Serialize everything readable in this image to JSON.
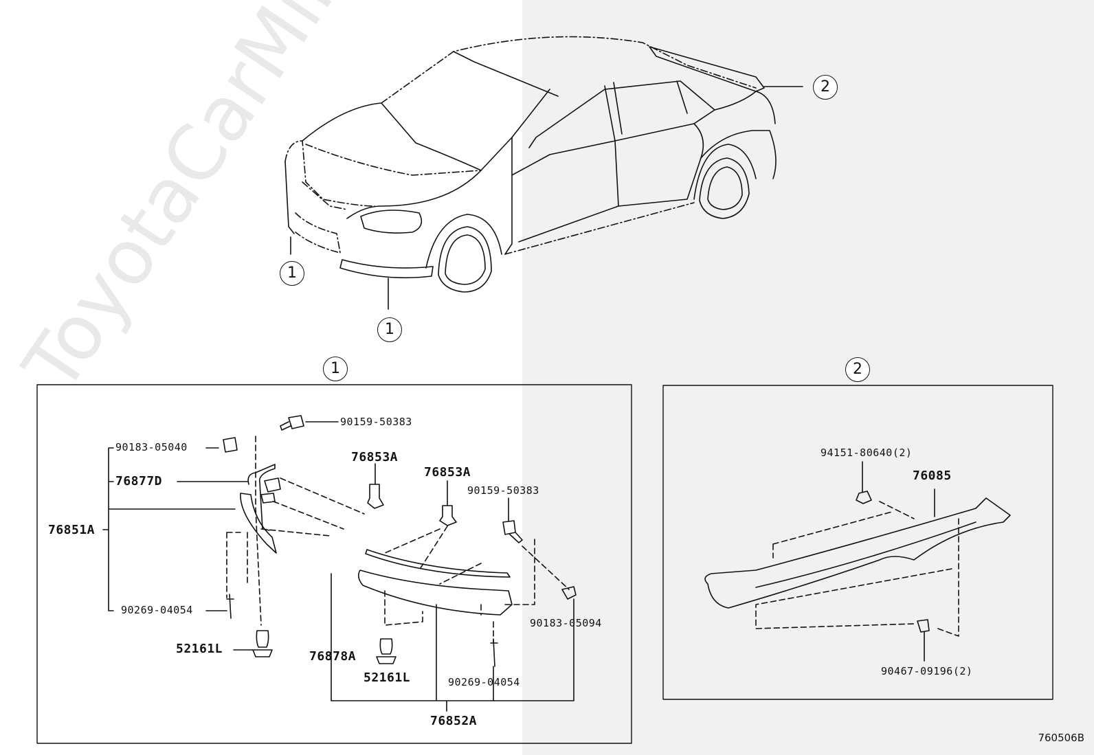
{
  "watermark": "ToyotaCarMine.ru",
  "diagram_code": "760506B",
  "callouts": {
    "c1": "1",
    "c2": "2"
  },
  "panel1": {
    "parts": {
      "p90159_50383_a": "90159-50383",
      "p90183_05040": "90183-05040",
      "p76877D": "76877D",
      "p76851A": "76851A",
      "p90269_04054_a": "90269-04054",
      "p52161L_a": "52161L",
      "p76853A_a": "76853A",
      "p76853A_b": "76853A",
      "p90159_50383_b": "90159-50383",
      "p90183_05094": "90183-05094",
      "p76878A": "76878A",
      "p52161L_b": "52161L",
      "p90269_04054_b": "90269-04054",
      "p76852A": "76852A"
    }
  },
  "panel2": {
    "parts": {
      "p94151_80640": "94151-80640(2)",
      "p76085": "76085",
      "p90467_09196": "90467-09196(2)"
    }
  }
}
